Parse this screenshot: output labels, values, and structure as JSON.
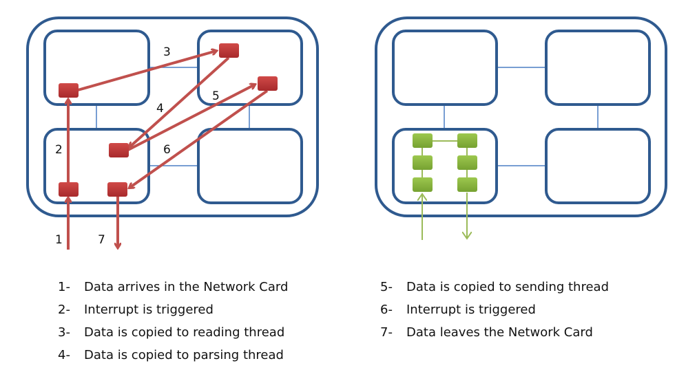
{
  "colors": {
    "box_stroke": "#2f5a8f",
    "link": "#4a7ec4",
    "red_block": "#c0383a",
    "red_arrow": "#c0504d",
    "green_block": "#8ab83e",
    "green_arrow": "#9bbb59"
  },
  "left_diagram": {
    "step_labels": [
      "1",
      "2",
      "3",
      "4",
      "5",
      "6",
      "7"
    ]
  },
  "right_diagram": {},
  "legend_left": [
    {
      "num": "1-",
      "text": "Data arrives in the Network Card"
    },
    {
      "num": "2-",
      "text": "Interrupt is triggered"
    },
    {
      "num": "3-",
      "text": "Data is copied to reading thread"
    },
    {
      "num": "4-",
      "text": "Data is copied to parsing thread"
    }
  ],
  "legend_right": [
    {
      "num": "5-",
      "text": "Data is copied to sending thread"
    },
    {
      "num": "6-",
      "text": "Interrupt is triggered"
    },
    {
      "num": "7-",
      "text": "Data leaves the Network Card"
    }
  ]
}
